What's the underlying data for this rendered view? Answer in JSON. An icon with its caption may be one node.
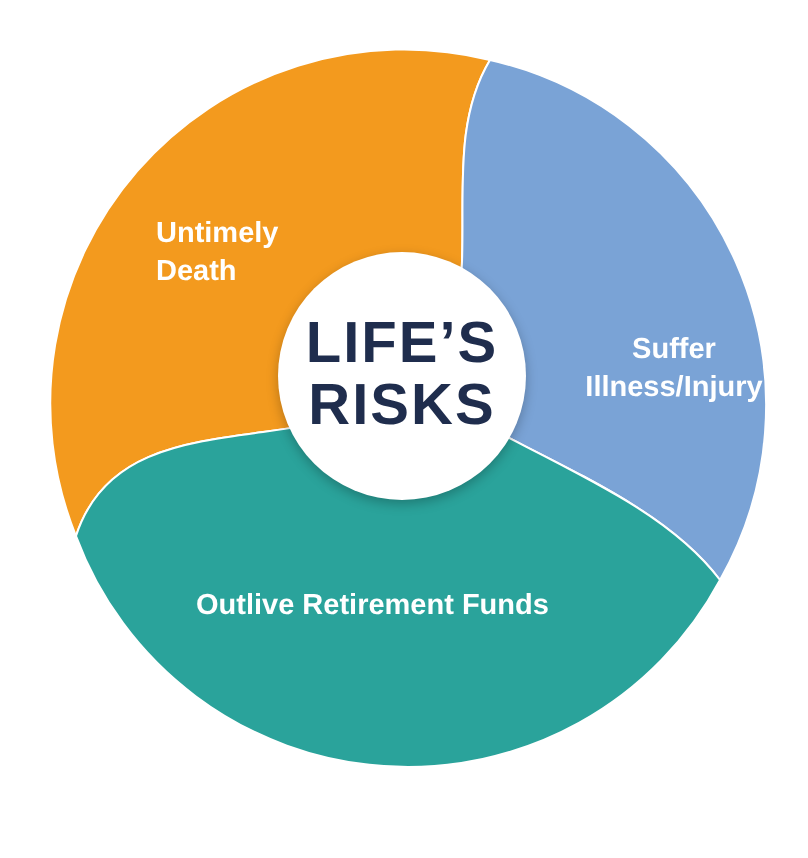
{
  "diagram": {
    "nodes": [
      {
        "text": [
          "Untimely Death"
        ]
      },
      {
        "text": [
          "Suffer Illness/Injury"
        ]
      },
      {
        "text": [
          "LIFE’S RISKS"
        ]
      },
      {
        "text": [
          "Outlive Retirement Funds"
        ]
      }
    ]
  }
}
